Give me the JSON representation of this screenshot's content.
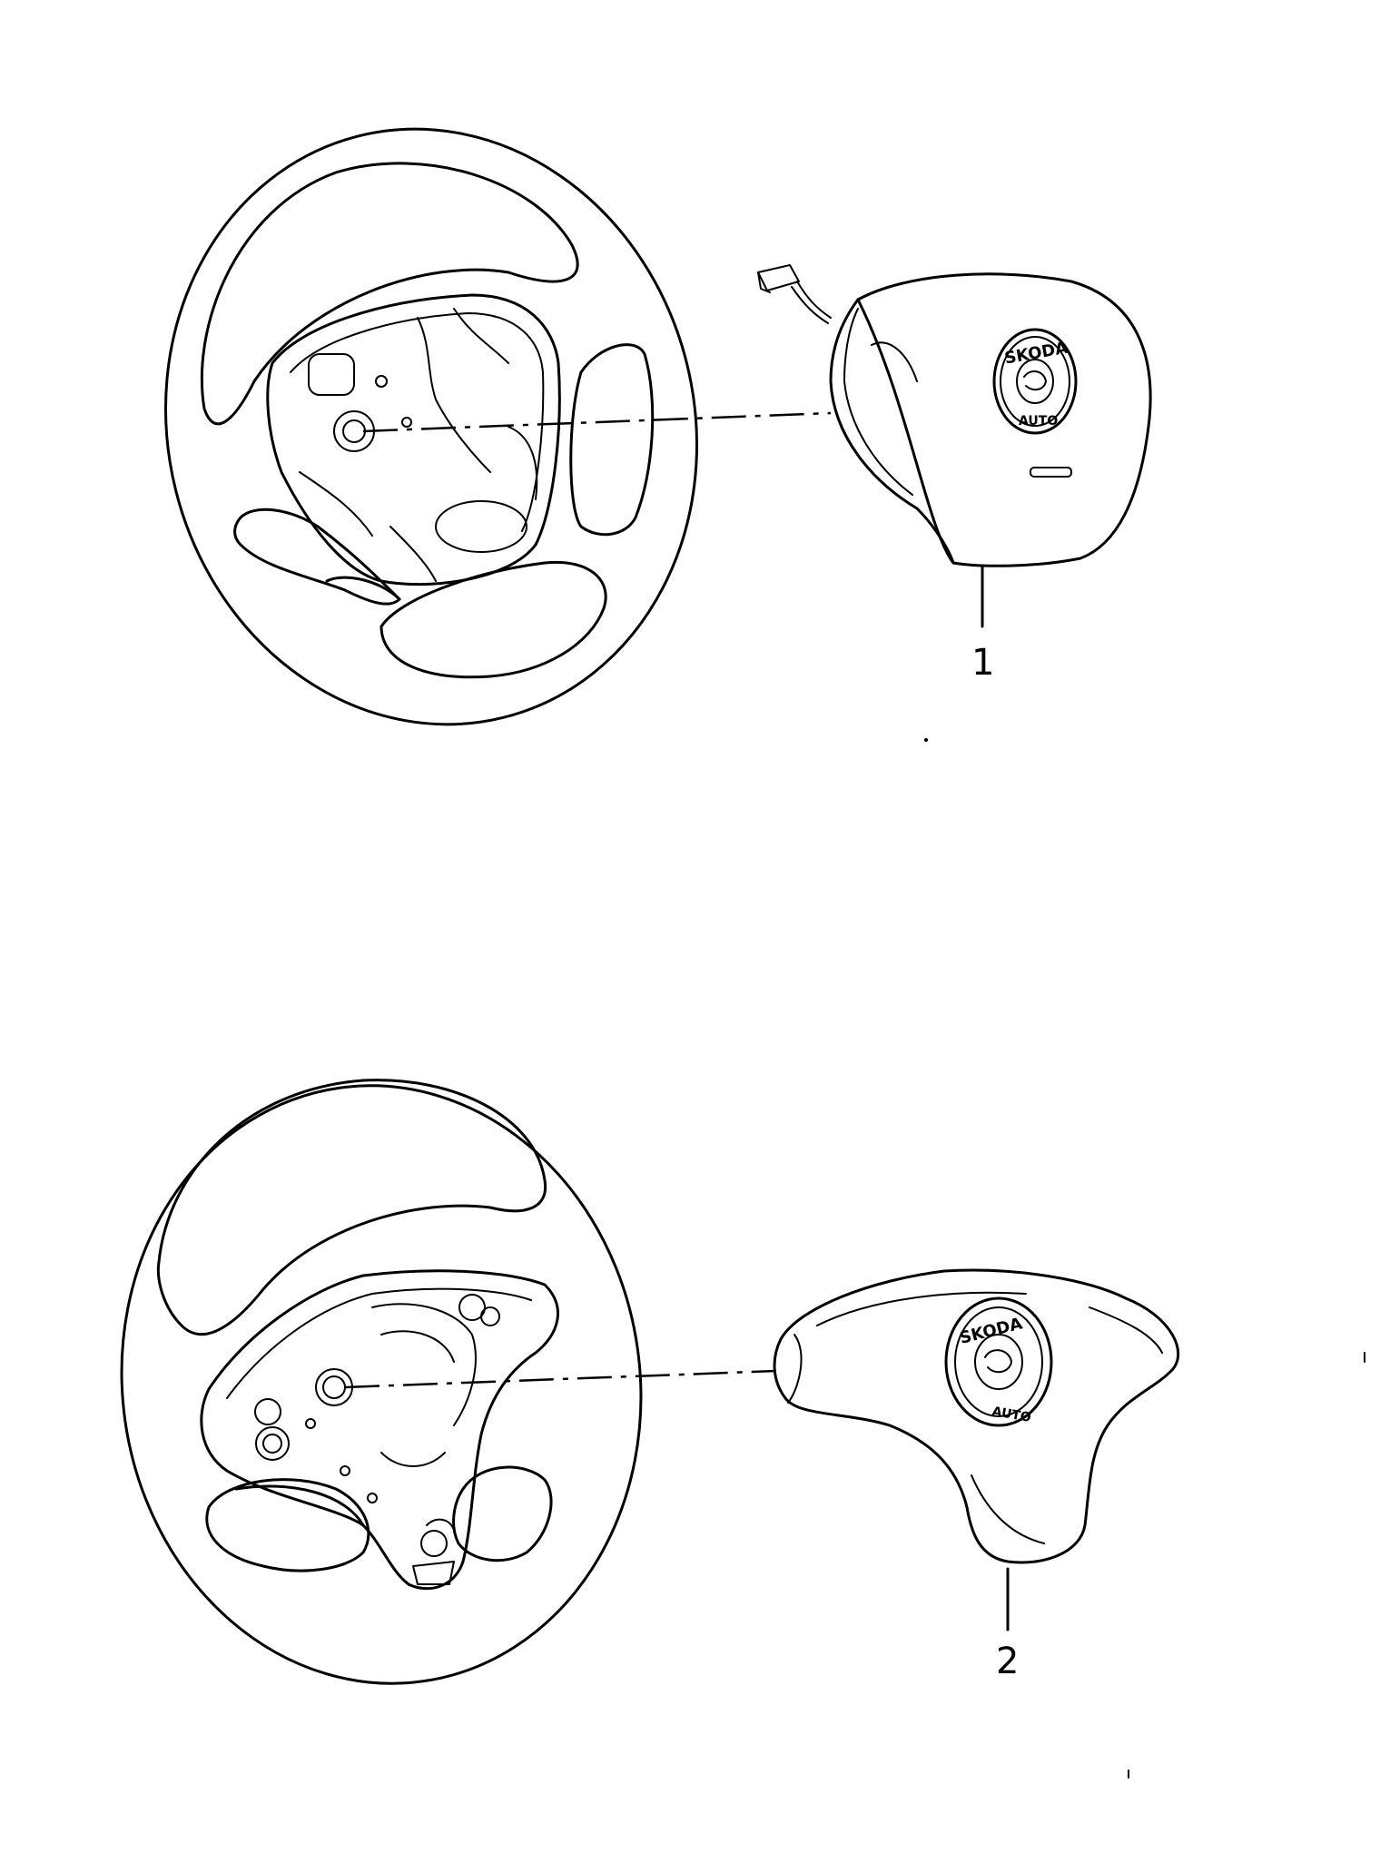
{
  "callouts": [
    {
      "id": "1",
      "label": "1"
    },
    {
      "id": "2",
      "label": "2"
    }
  ],
  "logo": {
    "brand": "SKODA",
    "sub": "AUTO"
  }
}
